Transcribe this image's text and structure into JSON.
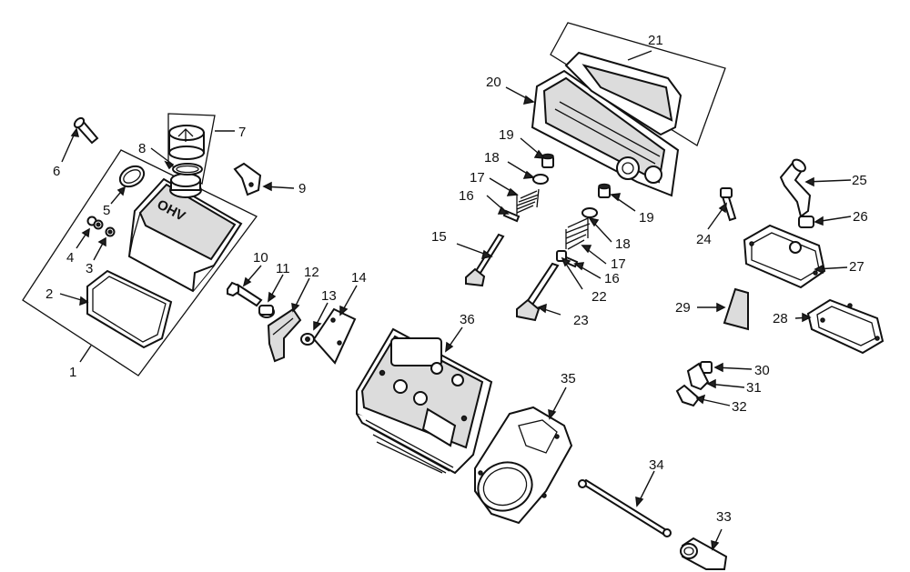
{
  "parts": [
    {
      "id": "1",
      "label": "1"
    },
    {
      "id": "2",
      "label": "2"
    },
    {
      "id": "3",
      "label": "3"
    },
    {
      "id": "4",
      "label": "4"
    },
    {
      "id": "5",
      "label": "5"
    },
    {
      "id": "6",
      "label": "6"
    },
    {
      "id": "7",
      "label": "7"
    },
    {
      "id": "8",
      "label": "8"
    },
    {
      "id": "9",
      "label": "9"
    },
    {
      "id": "10",
      "label": "10"
    },
    {
      "id": "11",
      "label": "11"
    },
    {
      "id": "12",
      "label": "12"
    },
    {
      "id": "13",
      "label": "13"
    },
    {
      "id": "14",
      "label": "14"
    },
    {
      "id": "15",
      "label": "15"
    },
    {
      "id": "16a",
      "label": "16"
    },
    {
      "id": "16b",
      "label": "16"
    },
    {
      "id": "17a",
      "label": "17"
    },
    {
      "id": "17b",
      "label": "17"
    },
    {
      "id": "18a",
      "label": "18"
    },
    {
      "id": "18b",
      "label": "18"
    },
    {
      "id": "19a",
      "label": "19"
    },
    {
      "id": "19b",
      "label": "19"
    },
    {
      "id": "20",
      "label": "20"
    },
    {
      "id": "21",
      "label": "21"
    },
    {
      "id": "22",
      "label": "22"
    },
    {
      "id": "23",
      "label": "23"
    },
    {
      "id": "24",
      "label": "24"
    },
    {
      "id": "25",
      "label": "25"
    },
    {
      "id": "26",
      "label": "26"
    },
    {
      "id": "27",
      "label": "27"
    },
    {
      "id": "28",
      "label": "28"
    },
    {
      "id": "29",
      "label": "29"
    },
    {
      "id": "30",
      "label": "30"
    },
    {
      "id": "31",
      "label": "31"
    },
    {
      "id": "32",
      "label": "32"
    },
    {
      "id": "33",
      "label": "33"
    },
    {
      "id": "34",
      "label": "34"
    },
    {
      "id": "35",
      "label": "35"
    },
    {
      "id": "36",
      "label": "36"
    }
  ],
  "cover_embossing": "OHV"
}
